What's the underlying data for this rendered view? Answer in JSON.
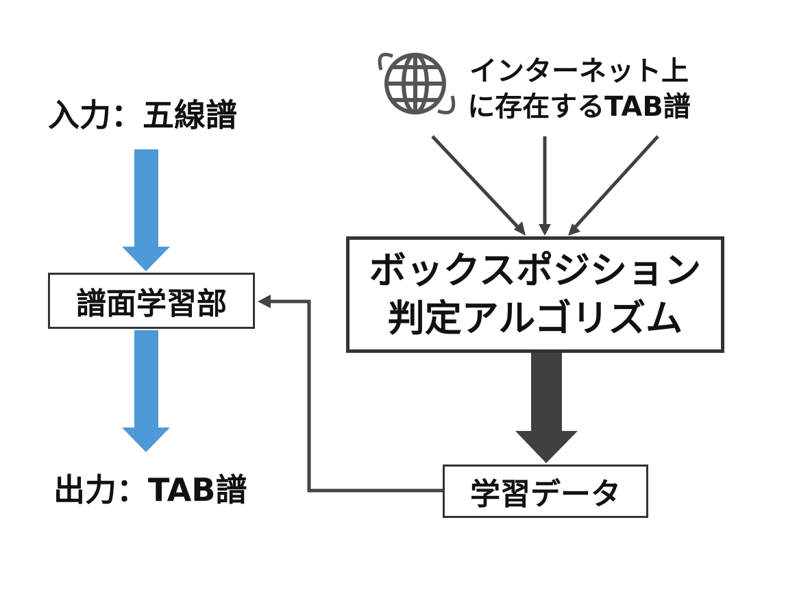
{
  "input_label": "入力：五線譜",
  "output_label": "出力：TAB譜",
  "internet_source": {
    "line1": "インターネット上",
    "line2": "に存在するTAB譜",
    "icon": "globe-icon"
  },
  "score_learning_box": "譜面学習部",
  "algorithm_box": {
    "line1": "ボックスポジション",
    "line2": "判定アルゴリズム"
  },
  "learning_data_box": "学習データ",
  "colors": {
    "blue_arrow": "#4f99d8",
    "dark_arrow": "#404040",
    "box_border": "#333333",
    "text": "#111111"
  }
}
